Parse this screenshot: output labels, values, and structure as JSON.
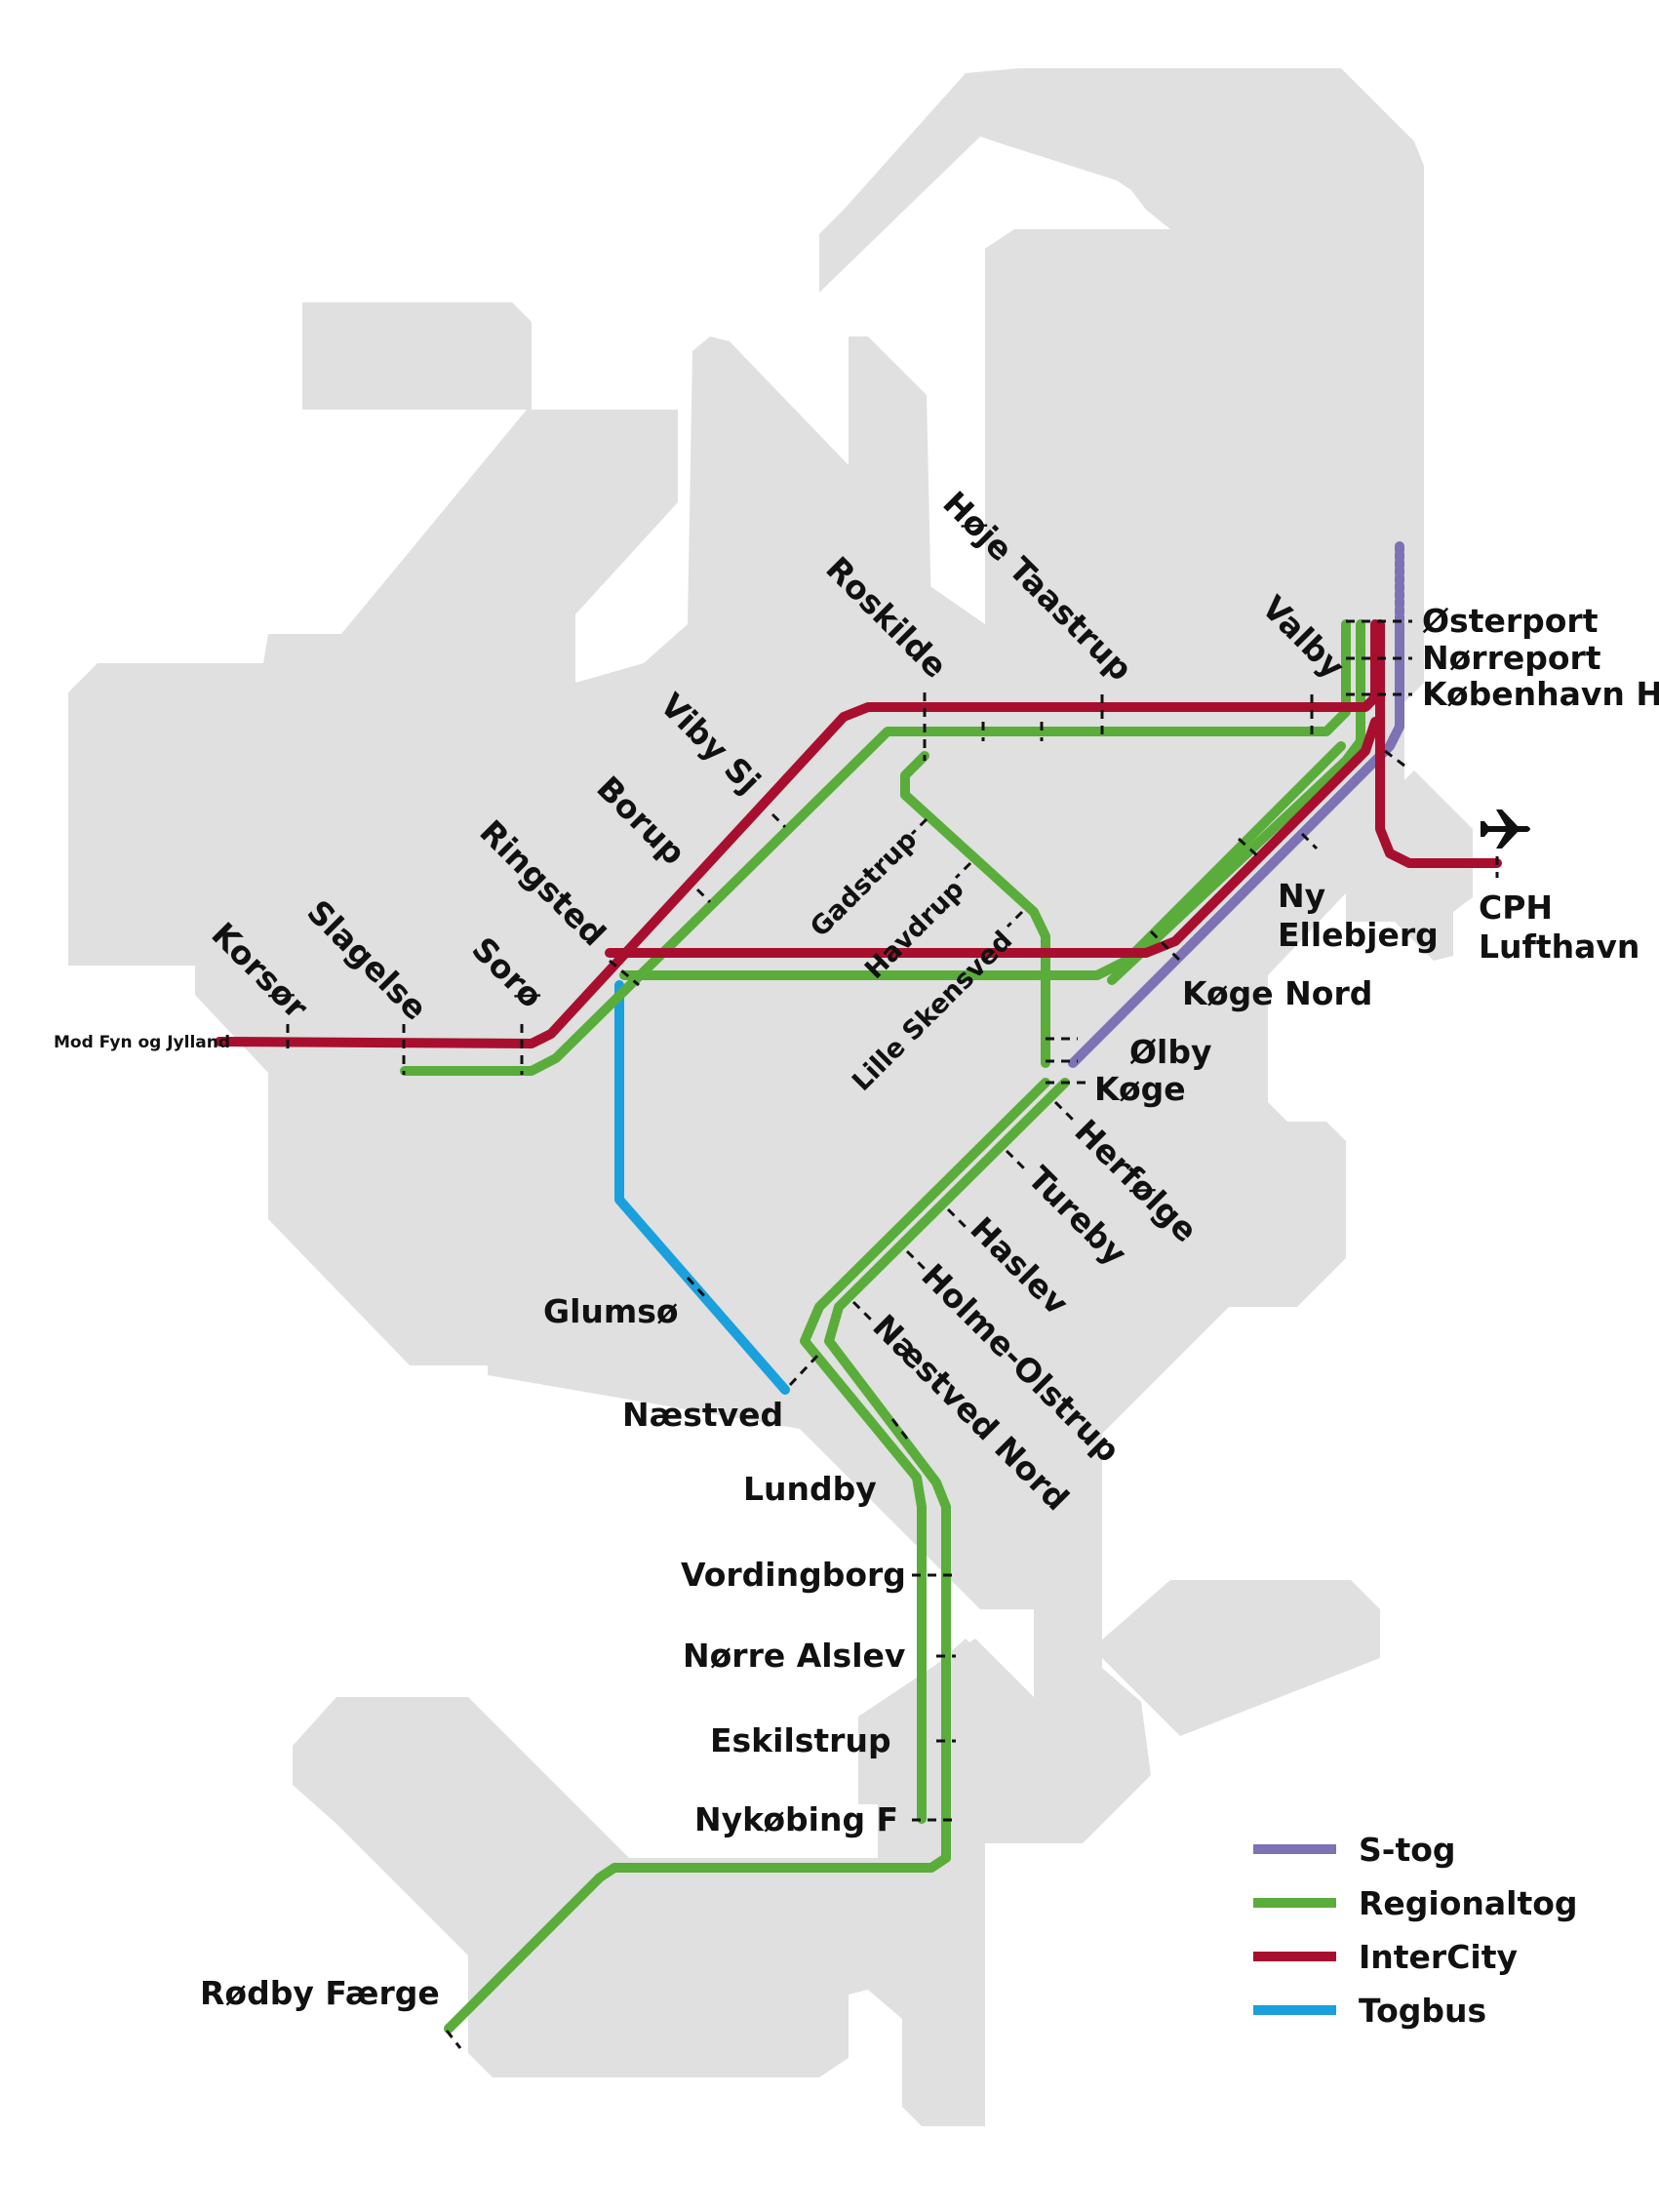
{
  "colors": {
    "stog": "#7d72b3",
    "regional": "#5aad3a",
    "intercity": "#a80f2e",
    "togbus": "#1aa0dc",
    "land": "#dfe0df"
  },
  "stations": {
    "mod_fyn": "Mod Fyn og Jylland",
    "korsor": "Korsør",
    "slagelse": "Slagelse",
    "soro": "Sorø",
    "ringsted": "Ringsted",
    "borup": "Borup",
    "viby": "Viby Sj",
    "roskilde": "Roskilde",
    "hoje_taastrup": "Høje Taastrup",
    "valby": "Valby",
    "osterport": "Østerport",
    "norreport": "Nørreport",
    "kobenhavn_h": "København H",
    "cph_1": "CPH",
    "cph_2": "Lufthavn",
    "ny_1": "Ny",
    "ny_2": "Ellebjerg",
    "koge_nord": "Køge Nord",
    "olby": "Ølby",
    "koge": "Køge",
    "gadstrup": "Gadstrup",
    "havdrup": "Havdrup",
    "lille_skensved": "Lille Skensved",
    "herfolge": "Herfølge",
    "tureby": "Tureby",
    "haslev": "Haslev",
    "holme_olstrup": "Holme-Olstrup",
    "naestved_nord": "Næstved Nord",
    "glumso": "Glumsø",
    "naestved": "Næstved",
    "lundby": "Lundby",
    "vordingborg": "Vordingborg",
    "norre_alslev": "Nørre Alslev",
    "eskilstrup": "Eskilstrup",
    "nykobing": "Nykøbing F",
    "rodby": "Rødby Færge"
  },
  "icons": {
    "airport": "airplane-icon"
  },
  "legend": [
    {
      "label": "S-tog",
      "color": "#7d72b3"
    },
    {
      "label": "Regionaltog",
      "color": "#5aad3a"
    },
    {
      "label": "InterCity",
      "color": "#a80f2e"
    },
    {
      "label": "Togbus",
      "color": "#1aa0dc"
    }
  ]
}
